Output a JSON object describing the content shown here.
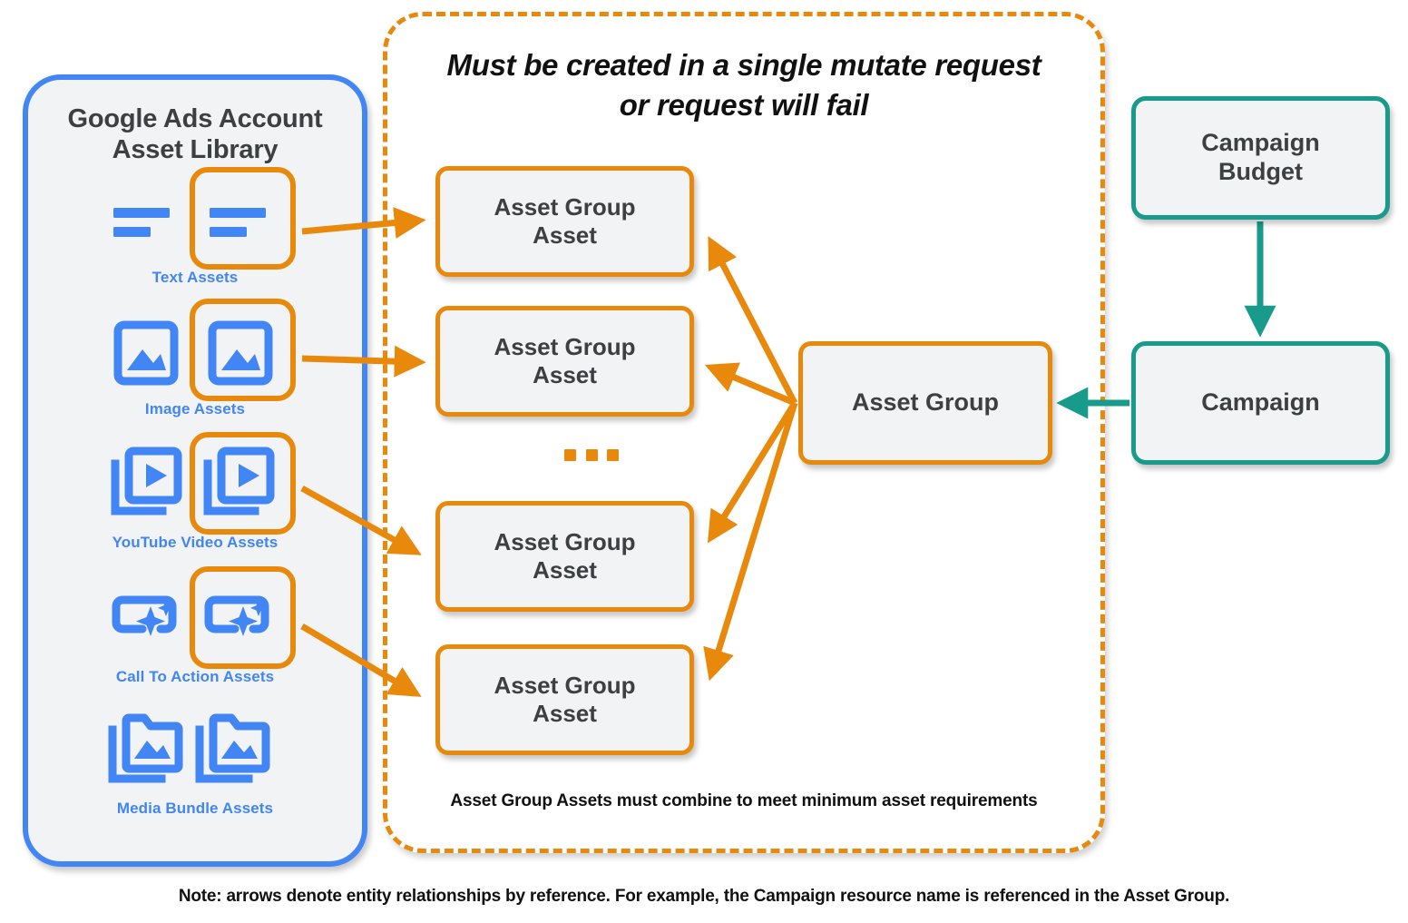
{
  "colors": {
    "blue": "#4285f4",
    "orange": "#e8890c",
    "teal": "#189b8a",
    "node_fill": "#f1f3f4",
    "text_dark": "#3c4043"
  },
  "sidebar": {
    "title_line1": "Google Ads Account",
    "title_line2": "Asset Library",
    "assets": [
      {
        "label": "Text Assets",
        "icon": "text-lines-icon",
        "highlighted": true
      },
      {
        "label": "Image Assets",
        "icon": "image-icon",
        "highlighted": true
      },
      {
        "label": "YouTube Video  Assets",
        "icon": "video-stack-icon",
        "highlighted": true
      },
      {
        "label": "Call To Action Assets",
        "icon": "call-to-action-icon",
        "highlighted": true
      },
      {
        "label": "Media Bundle  Assets",
        "icon": "media-bundle-icon",
        "highlighted": false
      }
    ]
  },
  "mutate_group": {
    "note_line1": "Must be created in a single mutate request",
    "note_line2": "or request will fail",
    "min_requirements_note": "Asset Group Assets must combine to meet minimum asset requirements",
    "ellipsis": "...",
    "asset_group_assets": [
      {
        "line1": "Asset Group",
        "line2": "Asset"
      },
      {
        "line1": "Asset Group",
        "line2": "Asset"
      },
      {
        "line1": "Asset Group",
        "line2": "Asset"
      },
      {
        "line1": "Asset Group",
        "line2": "Asset"
      }
    ]
  },
  "nodes": {
    "asset_group": "Asset Group",
    "campaign_budget_line1": "Campaign",
    "campaign_budget_line2": "Budget",
    "campaign": "Campaign"
  },
  "footer": {
    "note": "Note: arrows denote entity relationships by reference. For example, the Campaign resource name is referenced in the Asset Group."
  }
}
